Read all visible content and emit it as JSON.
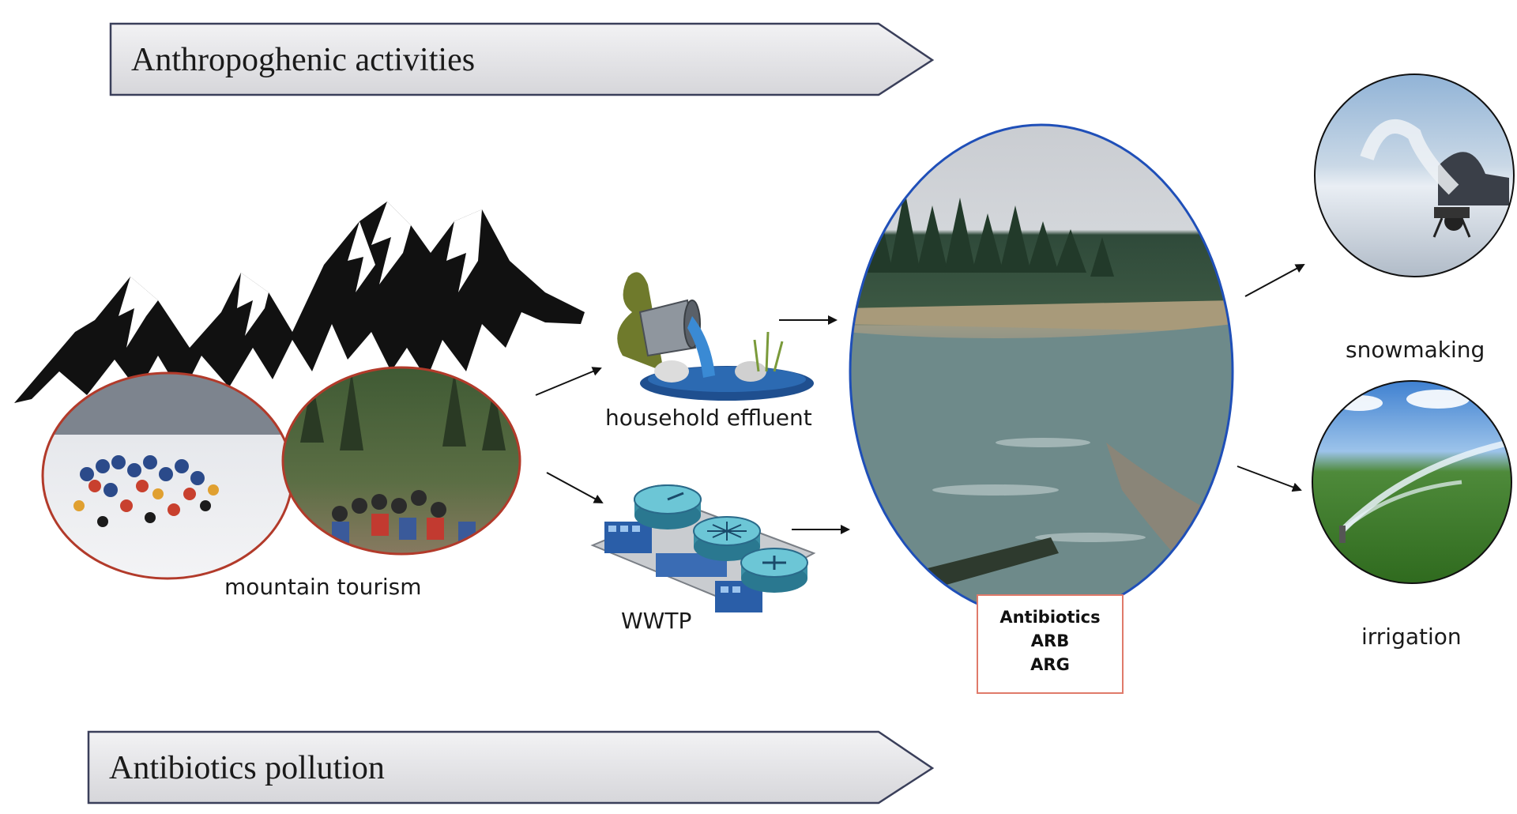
{
  "banners": {
    "top": "Anthropoghenic activities",
    "bottom": "Antibiotics pollution"
  },
  "labels": {
    "mountain_tourism": "mountain tourism",
    "household_effluent": "household effluent",
    "wwtp": "WWTP",
    "snowmaking": "snowmaking",
    "irrigation": "irrigation"
  },
  "pollutant_box": [
    "Antibiotics",
    "ARB",
    "ARG"
  ],
  "colors": {
    "river_border": "#1f4fb8",
    "tourism_border": "#b23a2a",
    "box_border": "#e07a6a",
    "banner_fill": "#e4e4e6",
    "banner_stroke": "#3a3f5a"
  }
}
